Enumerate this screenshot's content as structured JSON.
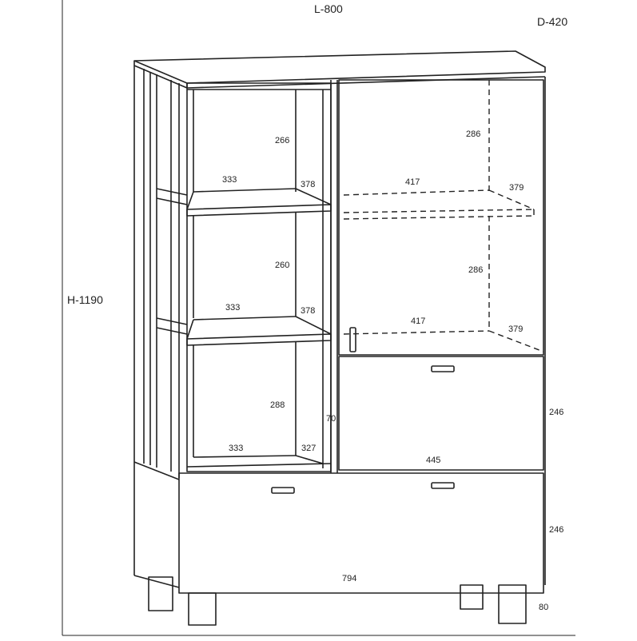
{
  "overall": {
    "length": "L-800",
    "depth": "D-420",
    "height": "H-1190"
  },
  "open_section": {
    "top_shelf": {
      "height": "266",
      "width": "333",
      "depth": "378"
    },
    "middle_shelf": {
      "height": "260",
      "width": "333",
      "depth": "378"
    },
    "bottom_shelf": {
      "height": "288",
      "width": "333",
      "depth": "327"
    },
    "side_depth": "70"
  },
  "door_section": {
    "upper_space": {
      "height": "286",
      "width": "417",
      "depth": "379"
    },
    "lower_space": {
      "height": "286",
      "width": "417",
      "depth": "379"
    }
  },
  "drawers": {
    "upper_drawer": {
      "height": "246",
      "width": "445"
    },
    "lower_drawer": {
      "height": "246",
      "width": "794"
    }
  },
  "legs": {
    "height": "80"
  },
  "colors": {
    "line": "#222222",
    "background": "#ffffff"
  }
}
